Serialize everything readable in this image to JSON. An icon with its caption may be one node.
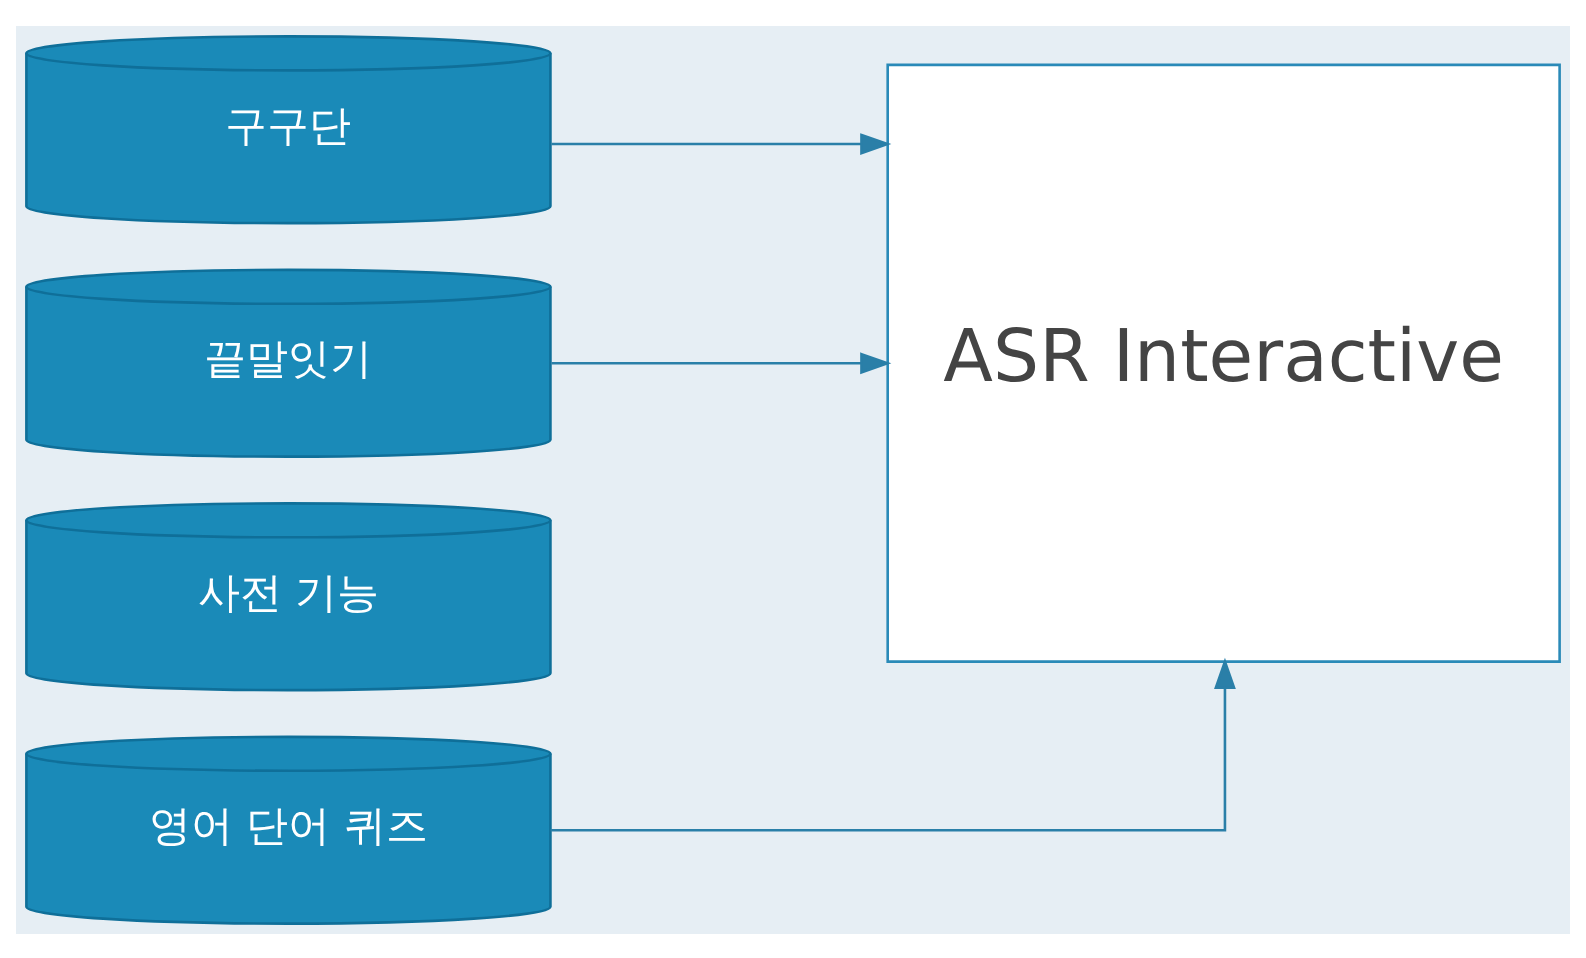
{
  "diagram": {
    "nodes": [
      {
        "text": [
          "구구단"
        ]
      },
      {
        "text": [
          "끝말잇기"
        ]
      },
      {
        "text": [
          "사전 기능"
        ]
      },
      {
        "text": [
          "영어 단어 퀴즈"
        ]
      },
      {
        "text": [
          "ASR Interactive"
        ]
      }
    ],
    "edges": [
      {
        "from": 0,
        "to": 4,
        "arrow": "to"
      },
      {
        "from": 1,
        "to": 4,
        "arrow": "to"
      },
      {
        "from": 3,
        "to": 4,
        "arrow": "to"
      }
    ]
  }
}
